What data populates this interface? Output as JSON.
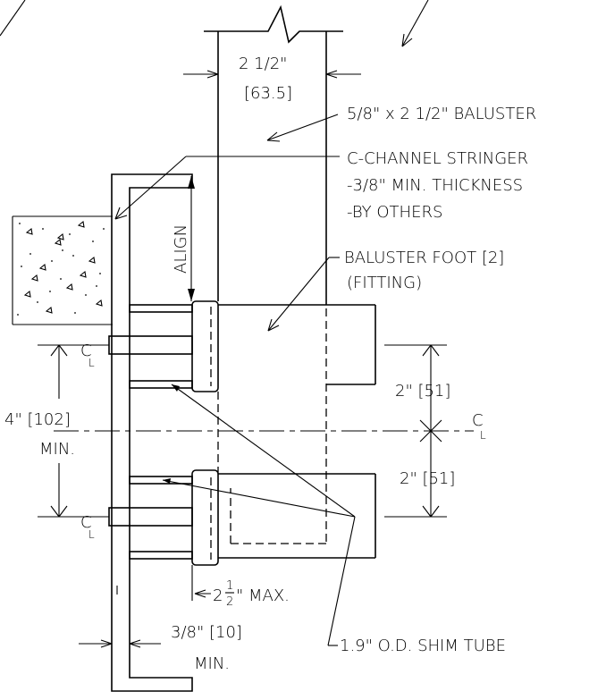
{
  "labels": {
    "baluster_width": "2 1/2\"",
    "baluster_width_mm": "[63.5]",
    "baluster": "5/8\" x 2 1/2\" BALUSTER",
    "stringer_line1": "C-CHANNEL STRINGER",
    "stringer_line2": "-3/8\"  MIN. THICKNESS",
    "stringer_line3": "-BY OTHERS",
    "align": "ALIGN",
    "foot_line1": "BALUSTER FOOT [2]",
    "foot_line2": "(FITTING)",
    "spacing": "4\" [102]",
    "spacing_min": "MIN.",
    "half_spacing_upper": "2\" [51]",
    "half_spacing_lower": "2\" [51]",
    "centerline_symbol": "C",
    "centerline_sub": "L",
    "max_whole": "2",
    "max_num": "1",
    "max_den": "2",
    "max_suffix": "\" MAX.",
    "wall": "3/8\" [10]",
    "wall_min": "MIN.",
    "shim": "1.9\" O.D. SHIM TUBE"
  }
}
